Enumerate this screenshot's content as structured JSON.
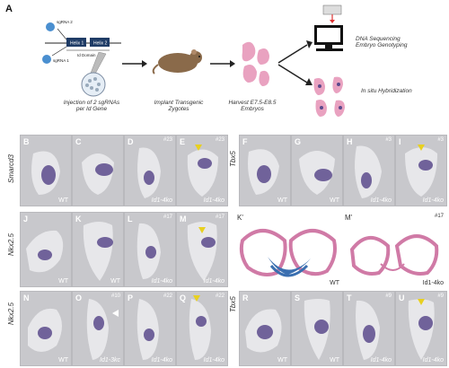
{
  "panel_a": {
    "letter": "A",
    "construct_labels": [
      "sgRNA 2",
      "sgRNA 1",
      "Helix 1",
      "Helix 2",
      "Id Domain"
    ],
    "step_captions": [
      "Injection of 2 sgRNAs\nper Id Gene",
      "Implant Transgenic\nZygotes",
      "Harvest E7.5-E8.5\nEmbryos",
      "DNA Sequencing\nEmbryo Genotyping",
      "In situ Hybridization"
    ]
  },
  "genes": {
    "row1_left": "Smarcd3",
    "row1_right": "Tbx5",
    "row2_left": "Nkx2.5",
    "row3_left": "Nkx2.5",
    "row3_right": "Tbx5"
  },
  "tiles": [
    {
      "letter": "B",
      "genotype": "WT",
      "number": ""
    },
    {
      "letter": "C",
      "genotype": "",
      "number": ""
    },
    {
      "letter": "D",
      "genotype": "Id1-4ko",
      "number": "#23"
    },
    {
      "letter": "E",
      "genotype": "Id1-4ko",
      "number": "#23"
    },
    {
      "letter": "F",
      "genotype": "WT",
      "number": ""
    },
    {
      "letter": "G",
      "genotype": "WT",
      "number": ""
    },
    {
      "letter": "H",
      "genotype": "Id1-4ko",
      "number": "#3"
    },
    {
      "letter": "I",
      "genotype": "Id1-4ko",
      "number": "#3"
    },
    {
      "letter": "J",
      "genotype": "WT",
      "number": ""
    },
    {
      "letter": "K",
      "genotype": "WT",
      "number": ""
    },
    {
      "letter": "L",
      "genotype": "Id1-4ko",
      "number": "#17"
    },
    {
      "letter": "M",
      "genotype": "Id1-4ko",
      "number": "#17"
    },
    {
      "letter": "N",
      "genotype": "WT",
      "number": ""
    },
    {
      "letter": "O",
      "genotype": "Id1-3kc",
      "number": "#10"
    },
    {
      "letter": "P",
      "genotype": "Id1-4ko",
      "number": "#22"
    },
    {
      "letter": "Q",
      "genotype": "Id1-4ko",
      "number": "#22"
    },
    {
      "letter": "R",
      "genotype": "WT",
      "number": ""
    },
    {
      "letter": "S",
      "genotype": "WT",
      "number": ""
    },
    {
      "letter": "T",
      "genotype": "Id1-4ko",
      "number": "#9"
    },
    {
      "letter": "U",
      "genotype": "Id1-4ko",
      "number": "#9"
    }
  ],
  "histology": [
    {
      "letter": "K'",
      "genotype": "WT",
      "number": ""
    },
    {
      "letter": "M'",
      "genotype": "Id1-4ko",
      "number": "#17"
    }
  ],
  "colors": {
    "tile_bg": "#c8c8cc",
    "stain": "#5a4a8c",
    "embryo_pink": "#e9a2c0",
    "arrow": "#e8d020",
    "histo_blue": "#3a6fb0",
    "histo_pink": "#d07aa6"
  }
}
